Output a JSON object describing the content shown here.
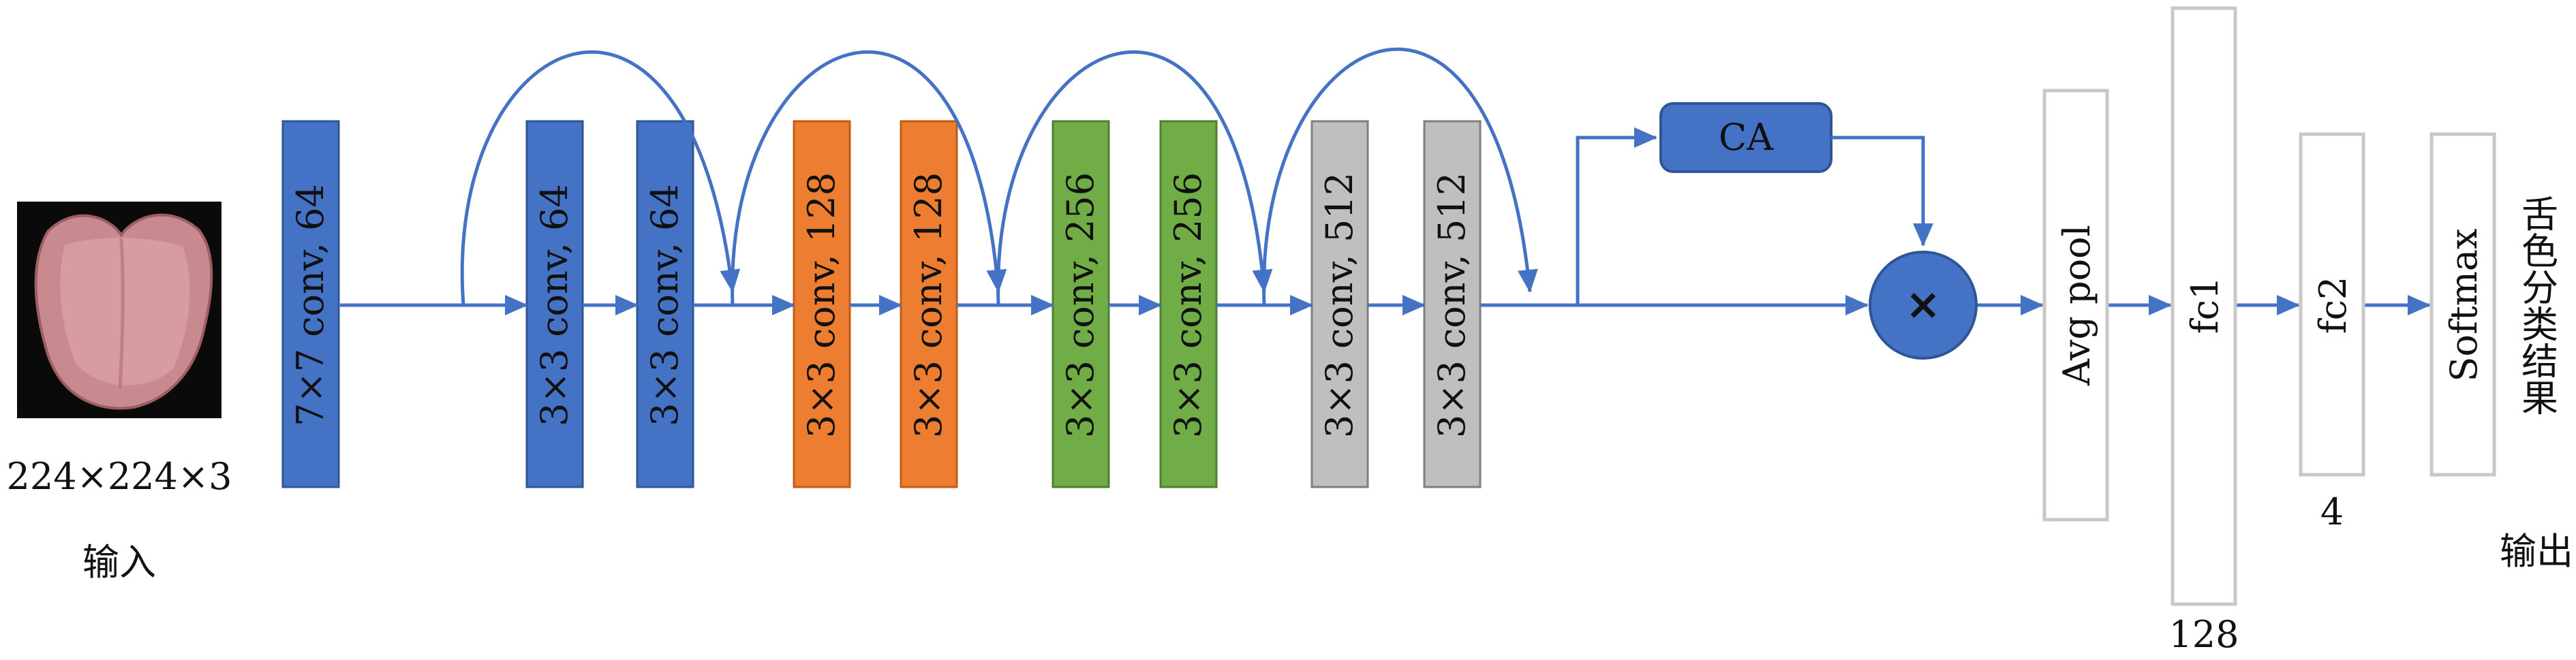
{
  "colors": {
    "blue": "#4472C4",
    "orange": "#ED7D31",
    "green": "#70AD47",
    "gray": "#BFBFBF",
    "arrow": "#4472C4",
    "outline": "#C8C8C8"
  },
  "input": {
    "size_label": "224×224×3",
    "caption": "输入"
  },
  "layers": [
    {
      "label": "7×7 conv, 64",
      "color": "blue"
    },
    {
      "label": "3×3 conv, 64",
      "color": "blue"
    },
    {
      "label": "3×3 conv, 64",
      "color": "blue"
    },
    {
      "label": "3×3 conv, 128",
      "color": "orange"
    },
    {
      "label": "3×3 conv, 128",
      "color": "orange"
    },
    {
      "label": "3×3 conv, 256",
      "color": "green"
    },
    {
      "label": "3×3 conv, 256",
      "color": "green"
    },
    {
      "label": "3×3 conv, 512",
      "color": "gray"
    },
    {
      "label": "3×3 conv, 512",
      "color": "gray"
    }
  ],
  "attention": {
    "label": "CA",
    "multiply_symbol": "×"
  },
  "head": {
    "avgpool_label": "Avg pool",
    "fc1_label": "fc1",
    "fc1_size": "128",
    "fc2_label": "fc2",
    "fc2_size": "4",
    "softmax_label": "Softmax"
  },
  "output": {
    "result_label": "舌色分类结果",
    "caption": "输出"
  }
}
